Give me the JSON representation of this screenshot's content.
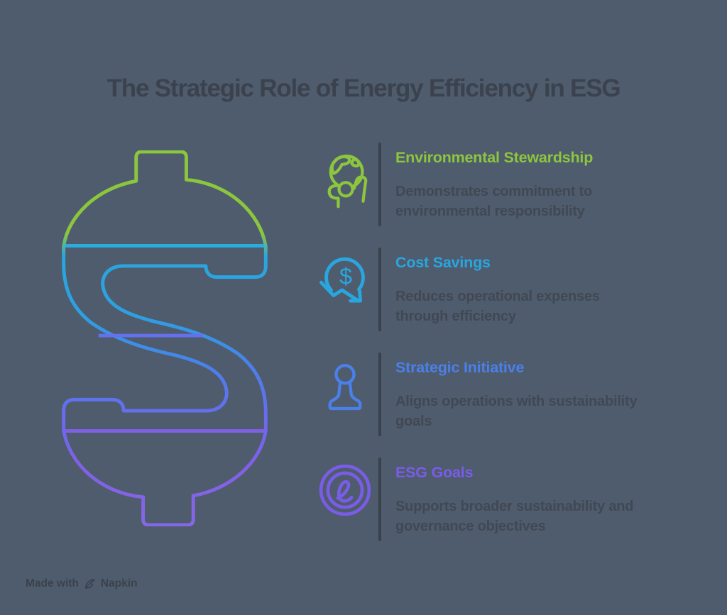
{
  "title": "The Strategic Role of Energy Efficiency in ESG",
  "illustration": {
    "name": "dollar-sign-outline",
    "gradient": [
      "#8cc63e",
      "#29a6e0",
      "#4b80ea",
      "#8468e6"
    ],
    "level_line_colors": [
      "#2aadde",
      "#6470ec",
      "#8060e4"
    ]
  },
  "items": [
    {
      "icon": "globe-in-hands-icon",
      "title": "Environmental Stewardship",
      "description": "Demonstrates commitment to environmental responsibility",
      "color": "#8cc63e"
    },
    {
      "icon": "coin-decline-arrow-icon",
      "title": "Cost Savings",
      "description": "Reduces operational expenses through efficiency",
      "color": "#29a6e0"
    },
    {
      "icon": "chess-pawn-icon",
      "title": "Strategic Initiative",
      "description": "Aligns operations with sustainability goals",
      "color": "#4b80ea"
    },
    {
      "icon": "esg-circle-e-icon",
      "title": "ESG Goals",
      "description": "Supports broader sustainability and governance objectives",
      "color": "#7b5ce8"
    }
  ],
  "icon_dollar_glyph": "$",
  "watermark": {
    "prefix": "Made with",
    "brand": "Napkin"
  },
  "colors": {
    "background": "#4e5c6d",
    "title_text": "#3b424d",
    "body_text": "#414854",
    "divider": "#3a414b"
  }
}
